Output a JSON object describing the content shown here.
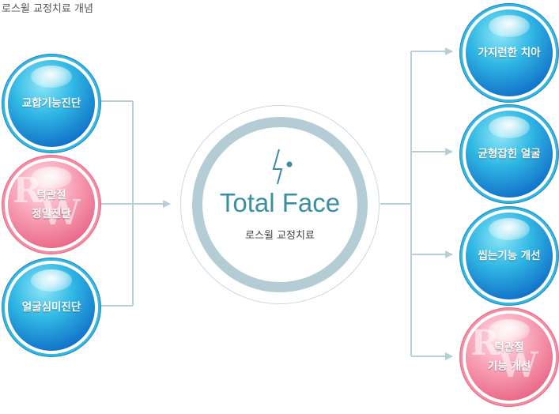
{
  "page": {
    "title": "로스윌 교정치료 개념"
  },
  "colors": {
    "blue": "#1e8fd6",
    "pink": "#ec7592",
    "connector": "#b6cfd6",
    "center_ring": "#b4cdd5",
    "brand_text": "#3b8fa3"
  },
  "center": {
    "brand_left": "Total",
    "brand_right": "Face",
    "subtitle": "로스윌 교정치료",
    "logo_icon": "face-profile-logo-icon"
  },
  "inputs": [
    {
      "lines": [
        "교합기능진단"
      ],
      "style": "blue"
    },
    {
      "lines": [
        "턱관절",
        "정밀진단"
      ],
      "style": "pink",
      "watermark": "RW"
    },
    {
      "lines": [
        "얼굴심미진단"
      ],
      "style": "blue"
    }
  ],
  "outputs": [
    {
      "lines": [
        "가지런한 치아"
      ],
      "style": "blue"
    },
    {
      "lines": [
        "균형잡힌 얼굴"
      ],
      "style": "blue"
    },
    {
      "lines": [
        "씹는기능 개선"
      ],
      "style": "blue"
    },
    {
      "lines": [
        "턱관절",
        "기능 개선"
      ],
      "style": "pink",
      "watermark": "RW"
    }
  ],
  "watermarks": {
    "left": "R",
    "right": "W"
  }
}
